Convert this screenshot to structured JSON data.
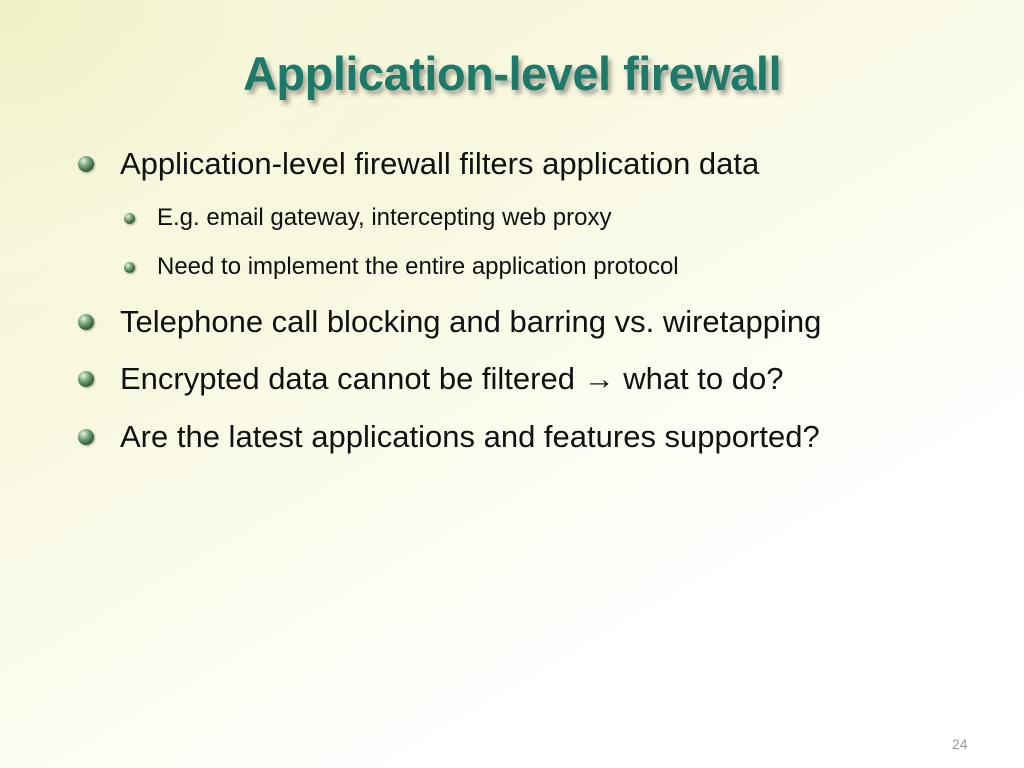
{
  "slide": {
    "title": "Application-level firewall",
    "bullets": [
      {
        "text": "Application-level firewall filters application data",
        "sub": [
          "E.g. email gateway, intercepting web proxy",
          "Need to implement the entire application protocol"
        ]
      },
      {
        "text": "Telephone call blocking and barring vs. wiretapping"
      },
      {
        "text": "Encrypted data cannot be filtered → what to do?"
      },
      {
        "text": "Are the latest applications and features supported?"
      }
    ],
    "page_number": "24"
  },
  "colors": {
    "title": "#1d7a6b",
    "body_text": "#111111",
    "bullet": "#3f6e44",
    "page_number": "#9a9a9a"
  },
  "icons": {
    "bullet": "green-sphere-bullet-icon"
  }
}
